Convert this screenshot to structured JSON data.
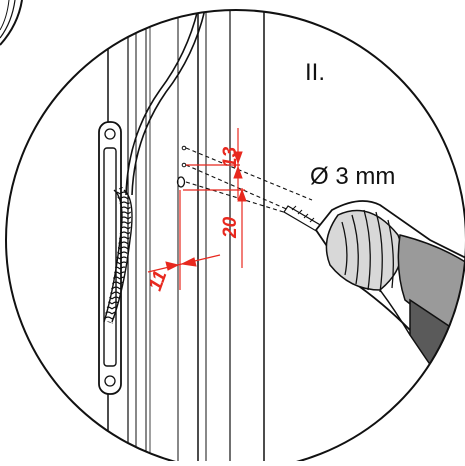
{
  "step": {
    "label": "II."
  },
  "drill": {
    "spec": "Ø 3 mm"
  },
  "dimensions": {
    "top_mm": "13",
    "vertical_mm": "20",
    "horizontal_mm": "11"
  },
  "colors": {
    "line": "#111111",
    "dimension": "#e8281e",
    "drill_body": "#9a9a9a",
    "drill_dark": "#5a5a5a",
    "background": "#ffffff"
  }
}
